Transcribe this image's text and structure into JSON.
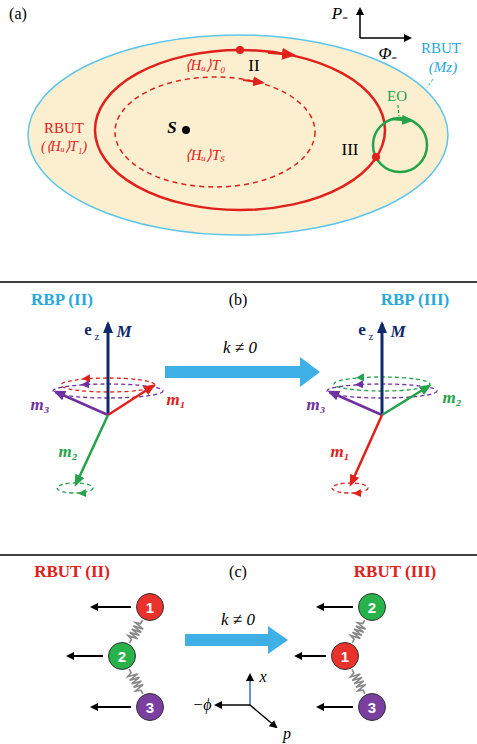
{
  "diagram": {
    "nodes": [
      {
        "text": [
          "1"
        ]
      },
      {
        "text": [
          "2"
        ]
      },
      {
        "text": [
          "3"
        ]
      },
      {
        "text": [
          "2"
        ]
      },
      {
        "text": [
          "1"
        ]
      },
      {
        "text": [
          "3"
        ]
      }
    ],
    "edges": [
      {
        "from": 0,
        "to": 1,
        "arrow": "none"
      },
      {
        "from": 1,
        "to": 2,
        "arrow": "none"
      },
      {
        "from": 3,
        "to": 4,
        "arrow": "none"
      },
      {
        "from": 4,
        "to": 5,
        "arrow": "none"
      }
    ],
    "labels": [
      "(a)",
      "P₋",
      "Φ₋",
      "II",
      "III",
      "⟨Hᵤ⟩T₀",
      "S",
      "⟨Hᵤ⟩Tₛ",
      "EO",
      "RBUT",
      "(⟨Hᵤ⟩T₁)",
      "RBUT",
      "(Mz)",
      "(b)",
      "RBP (II)",
      "RBP (III)",
      "k ≠ 0",
      "e",
      "z",
      "M",
      "m₁",
      "m₃",
      "m₂",
      "e",
      "z",
      "M",
      "m₃",
      "m₂",
      "m₁",
      "(c)",
      "RBUT (II)",
      "RBUT (III)",
      "k ≠ 0",
      "x",
      "−ϕ",
      "p"
    ]
  }
}
